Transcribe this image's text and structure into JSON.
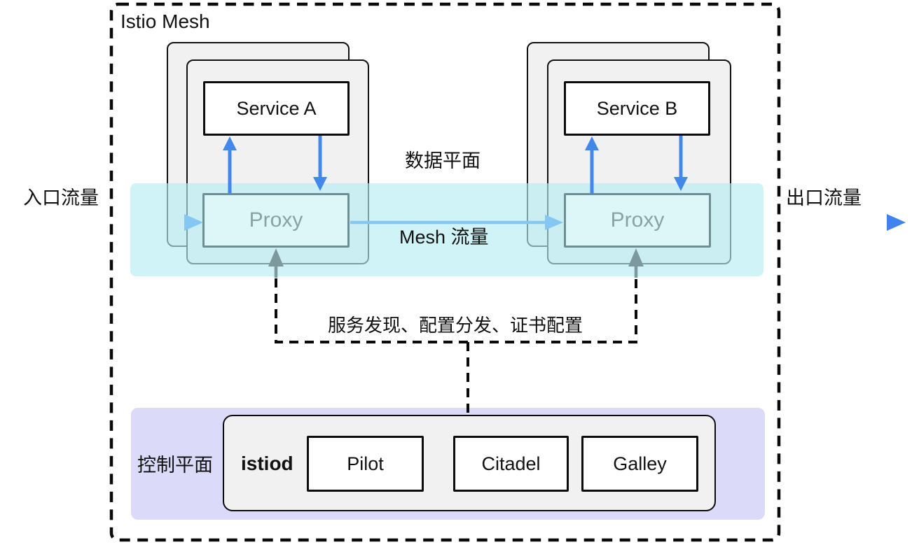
{
  "title": "Istio Mesh",
  "traffic": {
    "ingress_label": "入口流量",
    "egress_label": "出口流量"
  },
  "data_plane": {
    "plane_label": "数据平面",
    "mesh_traffic_label": "Mesh 流量"
  },
  "pods": {
    "service_a": "Service A",
    "service_b": "Service B",
    "proxy_a": "Proxy",
    "proxy_b": "Proxy"
  },
  "control_link": {
    "label": "服务发现、配置分发、证书配置"
  },
  "control_plane": {
    "label": "控制平面",
    "istiod_label": "istiod",
    "components": [
      "Pilot",
      "Citadel",
      "Galley"
    ]
  },
  "colors": {
    "dash_black": "#0a0a0a",
    "arrow_blue": "#4287ea",
    "arrow_light_blue": "#85c7f3",
    "arrow_dark_blue": "#3a74de",
    "arrow_egress_end": "#3e83ee",
    "arrow_egress_start": "#a9d6f7",
    "arrow_gray": "#7e999d",
    "data_plane_band": "#b5edf3",
    "control_plane_band": "#dbdaf8",
    "pod_fill": "#f1f1f1",
    "proxy_fill": "#ddf7f8",
    "proxy_border": "#6e9094",
    "proxy_text": "#8aa1a5"
  }
}
